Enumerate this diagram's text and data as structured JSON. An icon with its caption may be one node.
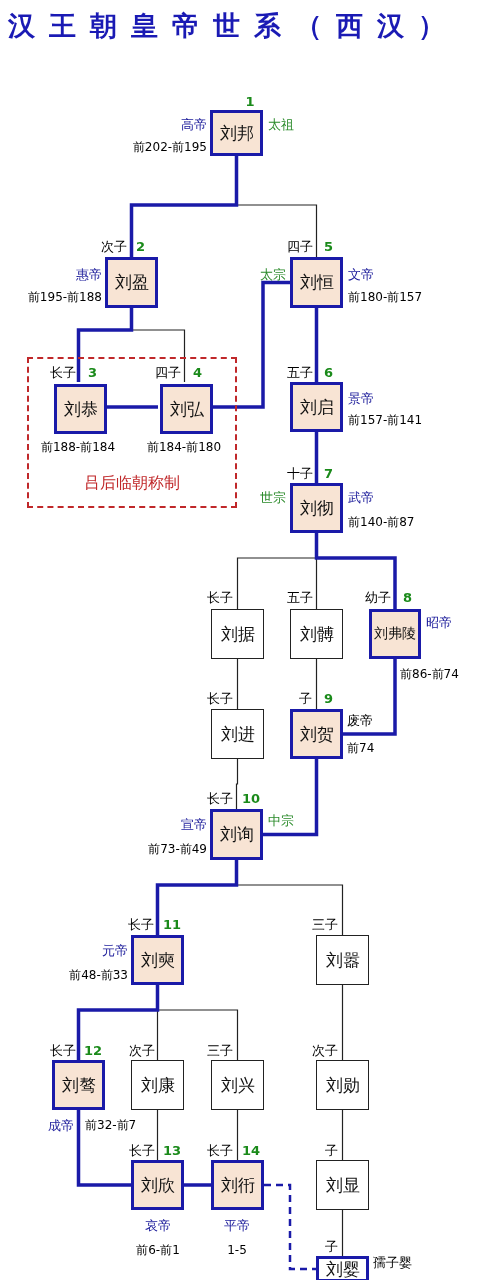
{
  "diagram": {
    "title": "汉王朝皇帝世系（西汉）",
    "nodes": [
      {
        "text": [
          "刘邦"
        ],
        "beside": [
          "1",
          "高帝",
          "太祖",
          "前202-前195"
        ]
      },
      {
        "text": [
          "刘盈"
        ],
        "beside": [
          "次子",
          "2",
          "惠帝",
          "前195-前188"
        ]
      },
      {
        "text": [
          "刘恒"
        ],
        "beside": [
          "四子",
          "5",
          "太宗",
          "文帝",
          "前180-前157"
        ]
      },
      {
        "text": [
          "吕后临朝称制"
        ]
      },
      {
        "text": [
          "刘恭"
        ],
        "in": 3,
        "beside": [
          "长子",
          "3",
          "前188-前184"
        ]
      },
      {
        "text": [
          "刘弘"
        ],
        "in": 3,
        "beside": [
          "四子",
          "4",
          "前184-前180"
        ]
      },
      {
        "text": [
          "刘启"
        ],
        "beside": [
          "五子",
          "6",
          "景帝",
          "前157-前141"
        ]
      },
      {
        "text": [
          "刘彻"
        ],
        "beside": [
          "十子",
          "7",
          "世宗",
          "武帝",
          "前140-前87"
        ]
      },
      {
        "text": [
          "刘据"
        ],
        "beside": [
          "长子"
        ]
      },
      {
        "text": [
          "刘髆"
        ],
        "beside": [
          "五子"
        ]
      },
      {
        "text": [
          "刘弗陵"
        ],
        "beside": [
          "幼子",
          "8",
          "昭帝",
          "前86-前74"
        ]
      },
      {
        "text": [
          "刘进"
        ],
        "beside": [
          "长子"
        ]
      },
      {
        "text": [
          "刘贺"
        ],
        "beside": [
          "子",
          "9",
          "废帝",
          "前74"
        ]
      },
      {
        "text": [
          "刘询"
        ],
        "beside": [
          "长子",
          "10",
          "宣帝",
          "中宗",
          "前73-前49"
        ]
      },
      {
        "text": [
          "刘奭"
        ],
        "beside": [
          "长子",
          "11",
          "元帝",
          "前48-前33"
        ]
      },
      {
        "text": [
          "刘嚣"
        ],
        "beside": [
          "三子"
        ]
      },
      {
        "text": [
          "刘骜"
        ],
        "beside": [
          "长子",
          "12",
          "成帝",
          "前32-前7"
        ]
      },
      {
        "text": [
          "刘康"
        ],
        "beside": [
          "次子"
        ]
      },
      {
        "text": [
          "刘兴"
        ],
        "beside": [
          "三子"
        ]
      },
      {
        "text": [
          "刘勋"
        ],
        "beside": [
          "次子"
        ]
      },
      {
        "text": [
          "刘欣"
        ],
        "beside": [
          "长子",
          "13",
          "哀帝",
          "前6-前1"
        ]
      },
      {
        "text": [
          "刘衎"
        ],
        "beside": [
          "长子",
          "14",
          "平帝",
          "1-5"
        ]
      },
      {
        "text": [
          "刘显"
        ],
        "beside": [
          "子"
        ]
      },
      {
        "text": [
          "刘婴"
        ],
        "beside": [
          "子",
          "孺子婴"
        ]
      }
    ],
    "edges": [
      {
        "from": 0,
        "to": 1,
        "arrow": "none",
        "style": "thick",
        "color": "#1a1aa8"
      },
      {
        "from": 0,
        "to": 2,
        "arrow": "none"
      },
      {
        "from": 1,
        "to": 4,
        "arrow": "none",
        "style": "thick",
        "color": "#1a1aa8"
      },
      {
        "from": 1,
        "to": 5,
        "arrow": "none"
      },
      {
        "from": 4,
        "to": 5,
        "arrow": "none",
        "style": "thick",
        "color": "#1a1aa8"
      },
      {
        "from": 5,
        "to": 2,
        "arrow": "none",
        "style": "thick",
        "color": "#1a1aa8"
      },
      {
        "from": 2,
        "to": 6,
        "arrow": "none",
        "style": "thick",
        "color": "#1a1aa8"
      },
      {
        "from": 6,
        "to": 7,
        "arrow": "none",
        "style": "thick",
        "color": "#1a1aa8"
      },
      {
        "from": 7,
        "to": 8,
        "arrow": "none"
      },
      {
        "from": 7,
        "to": 9,
        "arrow": "none"
      },
      {
        "from": 7,
        "to": 10,
        "arrow": "none",
        "style": "thick",
        "color": "#1a1aa8"
      },
      {
        "from": 8,
        "to": 11,
        "arrow": "none"
      },
      {
        "from": 9,
        "to": 12,
        "arrow": "none"
      },
      {
        "from": 10,
        "to": 12,
        "arrow": "none",
        "style": "thick",
        "color": "#1a1aa8"
      },
      {
        "from": 11,
        "to": 13,
        "arrow": "none"
      },
      {
        "from": 12,
        "to": 13,
        "arrow": "none",
        "style": "thick",
        "color": "#1a1aa8"
      },
      {
        "from": 13,
        "to": 14,
        "arrow": "none",
        "style": "thick",
        "color": "#1a1aa8"
      },
      {
        "from": 13,
        "to": 15,
        "arrow": "none"
      },
      {
        "from": 14,
        "to": 16,
        "arrow": "none",
        "style": "thick",
        "color": "#1a1aa8"
      },
      {
        "from": 14,
        "to": 17,
        "arrow": "none"
      },
      {
        "from": 14,
        "to": 18,
        "arrow": "none"
      },
      {
        "from": 15,
        "to": 19,
        "arrow": "none"
      },
      {
        "from": 16,
        "to": 20,
        "arrow": "none",
        "style": "thick",
        "color": "#1a1aa8"
      },
      {
        "from": 17,
        "to": 20,
        "arrow": "none"
      },
      {
        "from": 18,
        "to": 21,
        "arrow": "none"
      },
      {
        "from": 19,
        "to": 22,
        "arrow": "none"
      },
      {
        "from": 20,
        "to": 21,
        "arrow": "none",
        "style": "thick",
        "color": "#1a1aa8"
      },
      {
        "from": 21,
        "to": 23,
        "arrow": "none",
        "style": "dashed",
        "color": "#1a1aa8"
      },
      {
        "from": 22,
        "to": 23,
        "arrow": "none"
      }
    ]
  }
}
